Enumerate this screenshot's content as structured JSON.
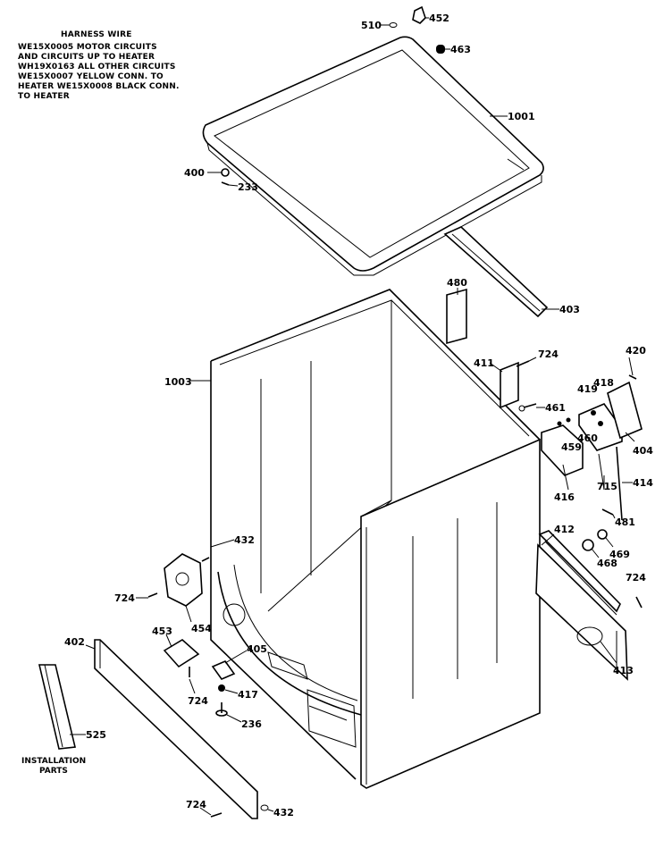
{
  "note": {
    "title": "HARNESS WIRE",
    "lines": [
      "WE15X0005 MOTOR CIRCUITS",
      "AND CIRCUITS UP TO HEATER",
      "WH19X0163 ALL OTHER CIRCUITS",
      "WE15X0007 YELLOW CONN. TO",
      "HEATER WE15X0008 BLACK CONN.",
      "TO HEATER"
    ]
  },
  "parts": {
    "p510": "510",
    "p452": "452",
    "p463": "463",
    "p1001": "1001",
    "p400": "400",
    "p233": "233",
    "p480": "480",
    "p403": "403",
    "p724a": "724",
    "p420": "420",
    "p411": "411",
    "p419": "419",
    "p418": "418",
    "p1003": "1003",
    "p461": "461",
    "p459": "459",
    "p460": "460",
    "p404": "404",
    "p416": "416",
    "p715": "715",
    "p414": "414",
    "p481": "481",
    "p432a": "432",
    "p412": "412",
    "p469": "469",
    "p468": "468",
    "p724b": "724",
    "p724c": "724",
    "p454": "454",
    "p453": "453",
    "p402": "402",
    "p405": "405",
    "p413": "413",
    "p724d": "724",
    "p417": "417",
    "p236": "236",
    "p525": "525",
    "p724e": "724",
    "p432b": "432"
  },
  "caption": {
    "line1": "INSTALLATION",
    "line2": "PARTS"
  }
}
